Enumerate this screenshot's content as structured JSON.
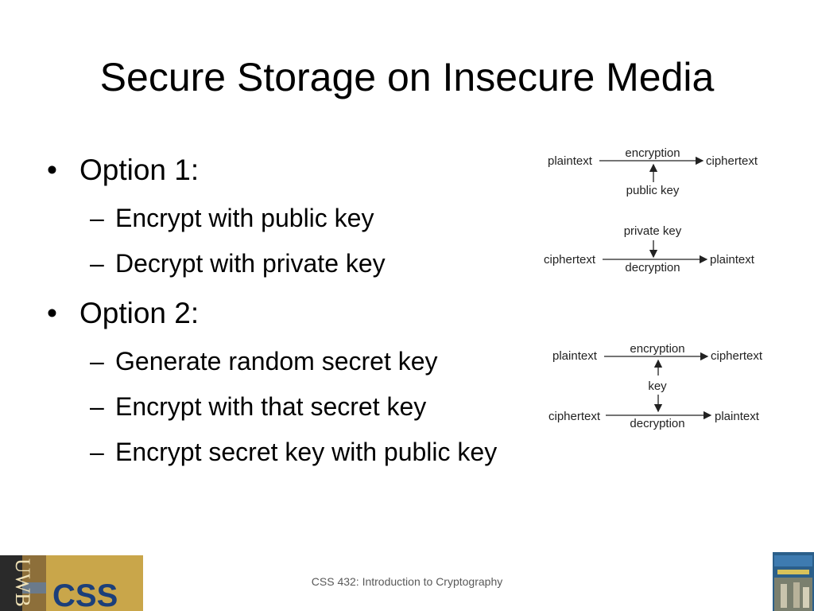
{
  "slide": {
    "title": "Secure Storage on Insecure Media"
  },
  "bullets": [
    {
      "label": "Option 1:",
      "subitems": [
        "Encrypt with public key",
        "Decrypt with private key"
      ]
    },
    {
      "label": "Option 2:",
      "subitems": [
        "Generate random secret key",
        "Encrypt with that secret key",
        "Encrypt secret key with public key"
      ]
    }
  ],
  "diagram_pk": {
    "enc_left": "plaintext",
    "enc_op": "encryption",
    "enc_right": "ciphertext",
    "enc_key": "public key",
    "dec_key": "private key",
    "dec_left": "ciphertext",
    "dec_op": "decryption",
    "dec_right": "plaintext"
  },
  "diagram_sk": {
    "enc_left": "plaintext",
    "enc_op": "encryption",
    "enc_right": "ciphertext",
    "key": "key",
    "dec_left": "ciphertext",
    "dec_op": "decryption",
    "dec_right": "plaintext"
  },
  "footer": {
    "course": "CSS 432: Introduction to Cryptography",
    "logo_letters": "CSS",
    "logo_side_letters": "UWB"
  },
  "colors": {
    "logo_background": "#c9a64a",
    "logo_letters": "#1b3f7a",
    "book_cover": "#2b5f8a"
  }
}
